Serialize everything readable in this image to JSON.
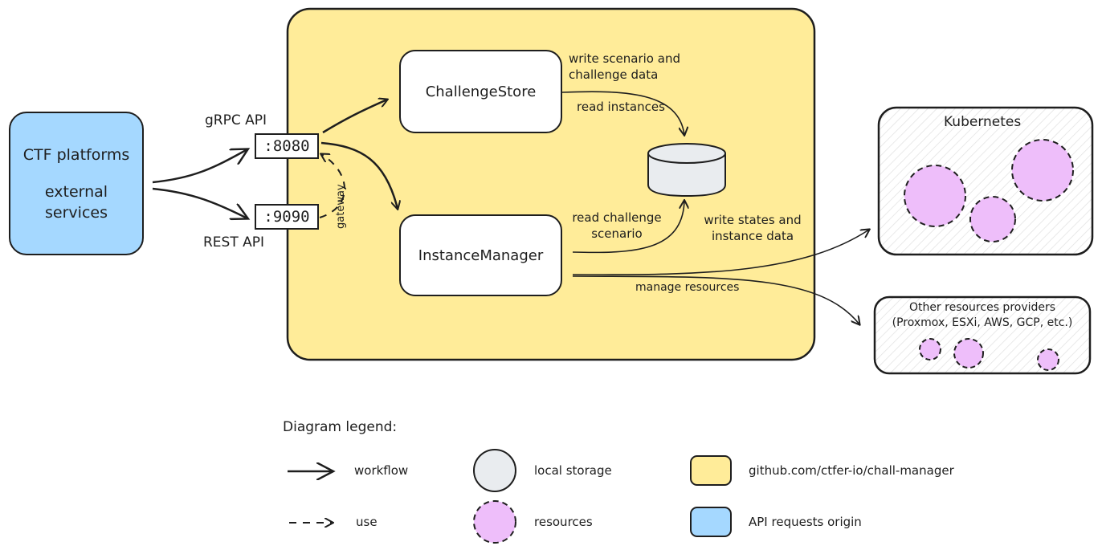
{
  "origin": {
    "line1": "CTF platforms",
    "line2": "external",
    "line3": "services"
  },
  "ports": {
    "grpc_label": "gRPC API",
    "grpc_port": ":8080",
    "rest_label": "REST API",
    "rest_port": ":9090",
    "gateway": "gateway"
  },
  "chall_manager": {
    "challenge_store": "ChallengeStore",
    "instance_manager": "InstanceManager",
    "write_scenario_1": "write scenario and",
    "write_scenario_2": "challenge data",
    "read_instances": "read instances",
    "read_challenge_1": "read challenge",
    "read_challenge_2": "scenario",
    "write_states_1": "write states and",
    "write_states_2": "instance data",
    "manage_resources": "manage resources"
  },
  "kubernetes": {
    "title": "Kubernetes"
  },
  "other_providers": {
    "line1": "Other resources providers",
    "line2": "(Proxmox, ESXi, AWS, GCP, etc.)"
  },
  "legend": {
    "title": "Diagram legend:",
    "workflow": "workflow",
    "use": "use",
    "local_storage": "local storage",
    "resources": "resources",
    "chall_manager": "github.com/ctfer-io/chall-manager",
    "api_origin": "API requests origin"
  },
  "colors": {
    "chall_manager_bg": "#ffec99",
    "api_origin_bg": "#a5d8ff",
    "resource": "#eebefa",
    "storage": "#e9ecef",
    "stroke": "#1e1e1e"
  }
}
